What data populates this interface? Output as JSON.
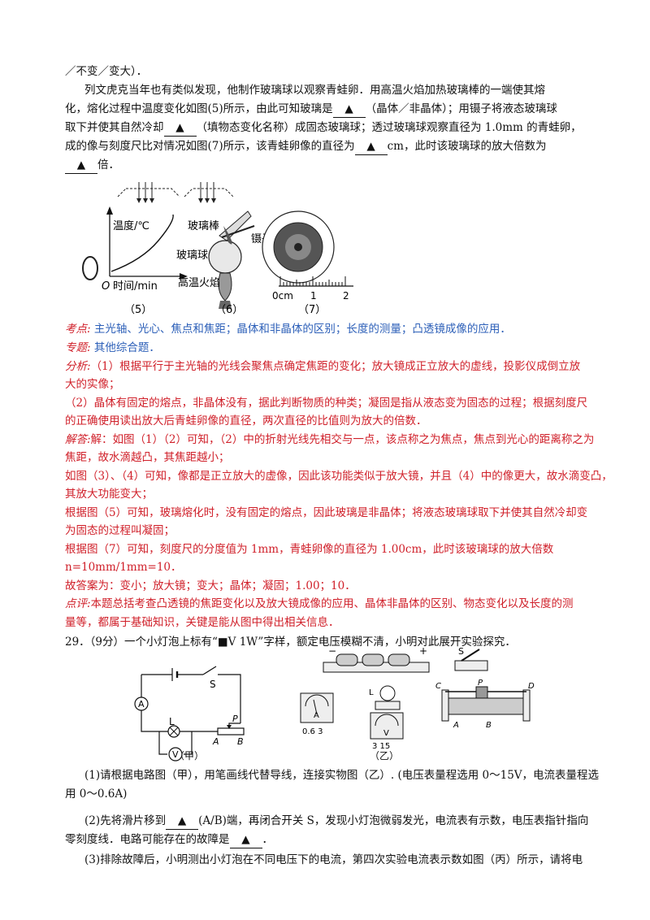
{
  "q28": {
    "l1": "／不变／变大）．",
    "l2": "列文虎克当年也有类似发现，他制作玻璃球以观察青蛙卵．用高温火焰加热玻璃棒的一端使其熔",
    "l3a": "化，熔化过程中温度变化如图(5)所示，由此可知玻璃是",
    "l3b": "（晶体／非晶体）；用镊子将液态玻璃球",
    "l4a": "取下并使其自然冷却",
    "l4b": "（填物态变化名称）成固态玻璃球；透过玻璃球观察直径为 1.0mm 的青蛙卵，",
    "l5a": "成的像与刻度尺比对情况如图(7)所示，该青蛙卵像的直径为",
    "l5b": "cm，此时该玻璃球的放大倍数为",
    "l6b": "倍．",
    "blank_mark": "▲"
  },
  "figs": {
    "temp_label": "温度/℃",
    "time_label": "时间/min",
    "origin": "O",
    "rod_label": "玻璃棒",
    "tweezers_label": "镊子",
    "ball_label": "玻璃球",
    "flame_label": "高温火焰",
    "ruler_zero": "0cm",
    "ruler_one": "1",
    "ruler_two": "2",
    "cap5": "（5）",
    "cap6": "（6）",
    "cap7": "（7）"
  },
  "analysis": {
    "kd_label": "考点:",
    "kd_a": "主光轴、光心、焦点和焦距；",
    "kd_b": "晶体和非晶体的区别；",
    "kd_c": "长度的测量；",
    "kd_d": "凸透镜成像的应用．",
    "zt_label": "专题:",
    "zt_text": "其他综合题．",
    "fx_label": "分析:",
    "fx1": "（1）根据平行于主光轴的光线会聚焦点确定焦距的变化；放大镜成正立放大的虚线，投影仪成倒立放",
    "fx2": "大的实像；",
    "fx3": "（2）晶体有固定的熔点，非晶体没有，据此判断物质的种类；凝固是指从液态变为固态的过程；根据刻度尺",
    "fx4": "的正确使用读出放大后青蛙卵像的直径，两次直径的比值则为放大的倍数．",
    "jd_label": "解答:",
    "jd1": "解：如图（1）（2）可知，（2）中的折射光线先相交与一点，该点称之为焦点，焦点到光心的距离称之为",
    "jd2": "焦距，故水滴越凸，其焦距越小；",
    "jd3": "如图（3）、（4）可知，像都是正立放大的虚像，因此该功能类似于放大镜，并且（4）中的像更大，故水滴变凸，",
    "jd4": "其放大功能变大；",
    "jd5": "根据图（5）可知，玻璃熔化时，没有固定的熔点，因此玻璃是非晶体；将液态玻璃球取下并使其自然冷却变",
    "jd6": "为固态的过程叫凝固；",
    "jd7": "根据图（7）可知，刻度尺的分度值为 1mm，青蛙卵像的直径为 1.00cm，此时该玻璃球的放大倍数",
    "jd8": "n=10mm/1mm=10．",
    "ans": "故答案为：变小；放大镜；变大；晶体；凝固；1.00；10．",
    "dp_label": "点评:",
    "dp1": "本题总括考查凸透镜的焦距变化以及放大镜成像的应用、晶体非晶体的区别、物态变化以及长度的测",
    "dp2": "量等，都属于基础知识，关键是能从图中得出相关信息．"
  },
  "q29": {
    "head": "29．（9分）一个小灯泡上标有“■V  1W”字样，额定电压模糊不清，小明对此展开实验探究．",
    "p1a": "(1)请根据电路图（甲），用笔画线代替导线，连接实物图（乙）. (电压表量程选用 0～15V，电流表量程选",
    "p1b": "用 0～0.6A)",
    "p2a": "(2)先将滑片移到",
    "p2b": "(A/B)端，再闭合开关 S，发现小灯泡微弱发光，电流表有示数，电压表指针指向",
    "p2c": "零刻度线．电路可能存在的故障是",
    "p2d": "．",
    "p3": "(3)排除故障后，小明测出小灯泡在不同电压下的电流，第四次实验电流表示数如图（丙）所示，请将电"
  },
  "circuit": {
    "s": "S",
    "a": "A",
    "v": "V",
    "l": "L",
    "p": "P",
    "ea": "A",
    "eb": "B",
    "cap_jia": "（甲）",
    "cap_yi": "（乙）",
    "minus": "−",
    "plus": "+",
    "amm_scale": "0.6 3",
    "volt_scale": "3 15",
    "rc": "C",
    "rd": "D",
    "rp": "P",
    "ra": "A",
    "rb": "B",
    "ts": "S",
    "tl": "L"
  }
}
